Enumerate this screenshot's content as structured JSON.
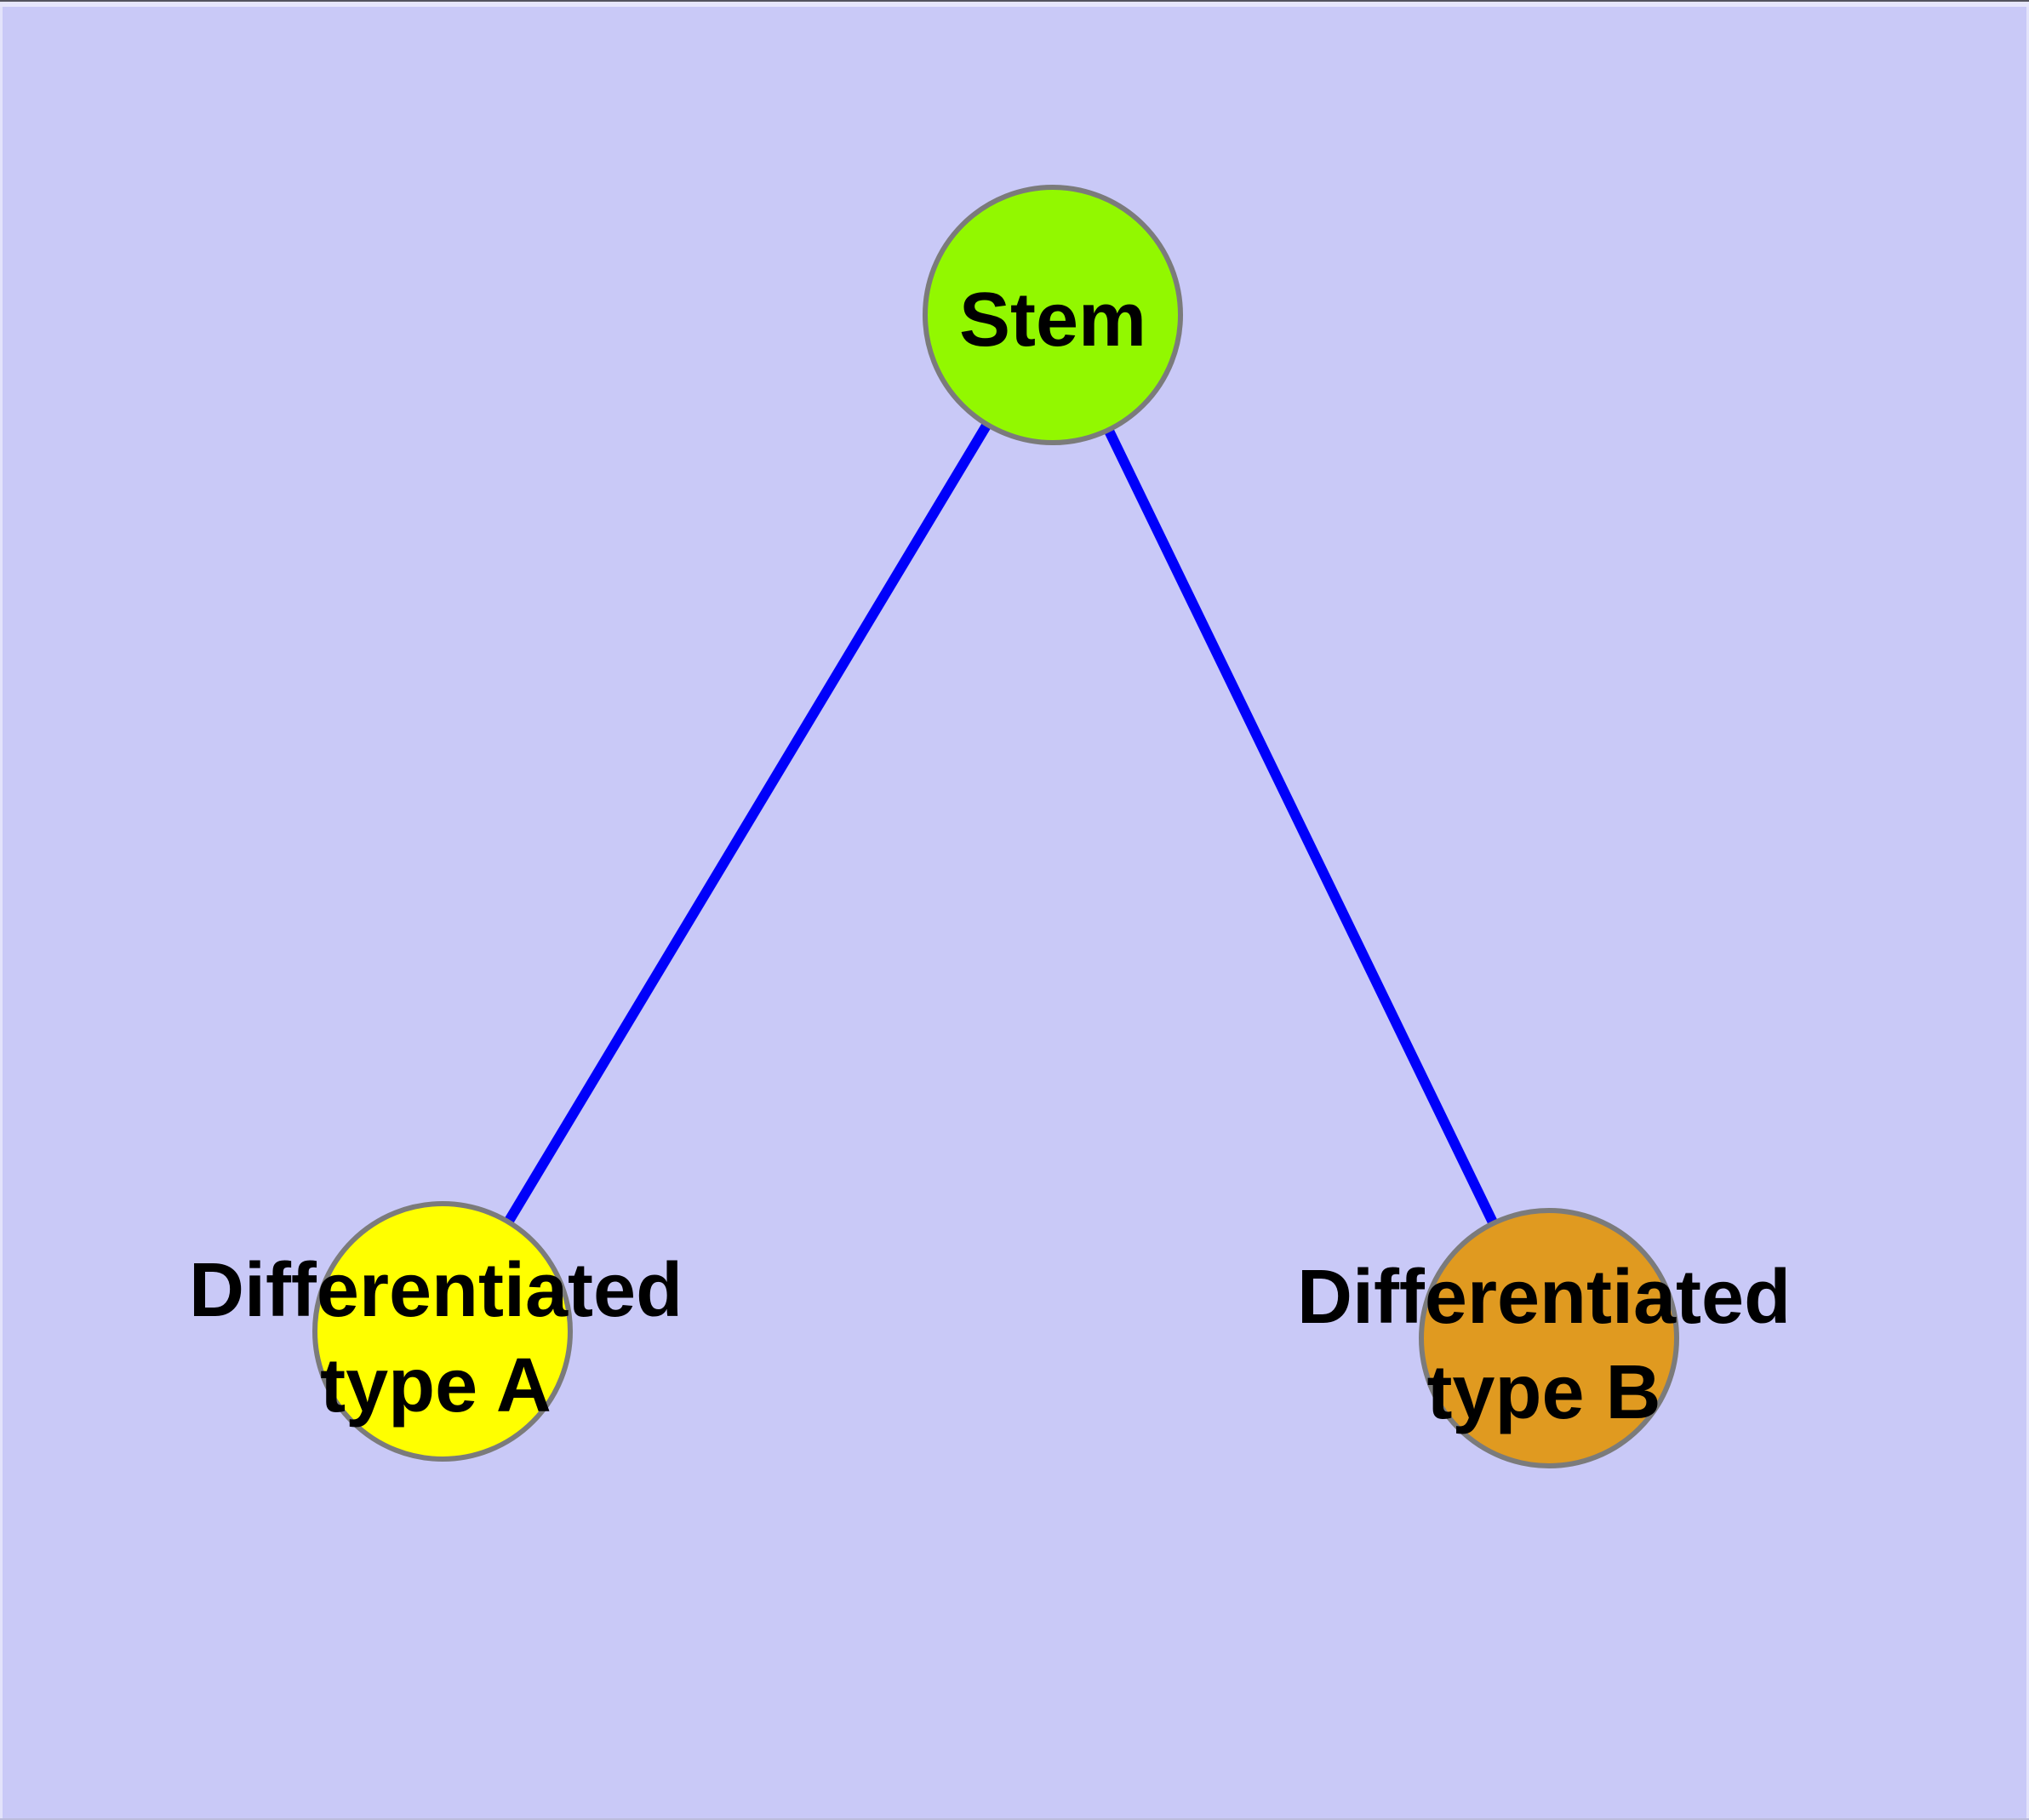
{
  "diagram": {
    "background": "#c9c9f7",
    "edge_color": "#0000fa",
    "node_border_color": "#7b7b7b",
    "text_color": "#000000",
    "nodes": {
      "stem": {
        "label": "Stem",
        "fill": "#92f800"
      },
      "type_a": {
        "label": "Differentiated\ntype A",
        "fill": "#ffff00"
      },
      "type_b": {
        "label": "Differentiated\ntype B",
        "fill": "#e09a20"
      }
    },
    "edges": [
      {
        "from": "stem",
        "to": "type_a"
      },
      {
        "from": "stem",
        "to": "type_b"
      }
    ]
  }
}
